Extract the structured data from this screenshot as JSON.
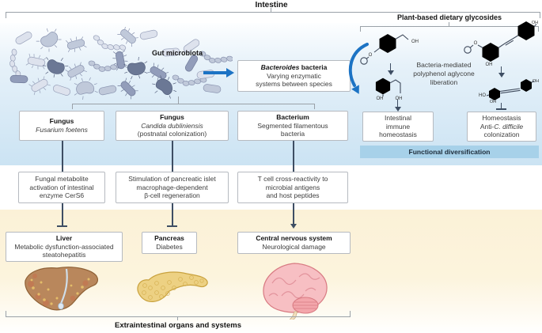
{
  "top_bracket": {
    "label": "Intestine"
  },
  "gut": {
    "label": "Gut microbiota",
    "bacteroides_box": {
      "name_italic": "Bacteroides",
      "name_rest": " bacteria",
      "desc": "Varying enzymatic\nsystems between species"
    }
  },
  "glycosides": {
    "title": "Plant-based dietary glycosides",
    "process": "Bacteria-mediated\npolyphenol aglycone\nliberation",
    "chem_labels": {
      "o": "O",
      "oh": "OH",
      "ho": "HO"
    },
    "outcome_left": "Intestinal\nimmune\nhomeostasis",
    "outcome_right": {
      "line1": "Homeostasis",
      "line2_prefix": "Anti-",
      "line2_italic": "C. difficile",
      "line3": "colonization"
    }
  },
  "banner": "Functional diversification",
  "organisms": [
    {
      "type": "Fungus",
      "name": "Fusarium foetens",
      "note": ""
    },
    {
      "type": "Fungus",
      "name": "Candida dubliniensis",
      "note": "(postnatal colonization)"
    },
    {
      "type": "Bacterium",
      "name": "Segmented filamentous\nbacteria",
      "note": ""
    }
  ],
  "mechanisms": [
    {
      "text": "Fungal metabolite\nactivation of intestinal\nenzyme CerS6"
    },
    {
      "text": "Stimulation of pancreatic islet\nmacrophage-dependent\nβ-cell regeneration"
    },
    {
      "text": "T cell cross-reactivity to\nmicrobial antigens\nand host peptides"
    }
  ],
  "organs": [
    {
      "name": "Liver",
      "condition": "Metabolic dysfunction-associated\nsteatohepatitis"
    },
    {
      "name": "Pancreas",
      "condition": "Diabetes"
    },
    {
      "name": "Central nervous system",
      "condition": "Neurological damage"
    }
  ],
  "bottom_bracket": {
    "label": "Extraintestinal organs and systems"
  },
  "colors": {
    "intestine_blue_top": "#f2f8fd",
    "intestine_blue_bottom": "#cbe3f3",
    "cream": "#fbf1d7",
    "banner_blue": "#a7d1e9",
    "connector_navy": "#3e4e63",
    "bracket_gray": "#9aa1a8",
    "arrow_blue": "#1c73c4",
    "box_border": "#b6bac0"
  }
}
